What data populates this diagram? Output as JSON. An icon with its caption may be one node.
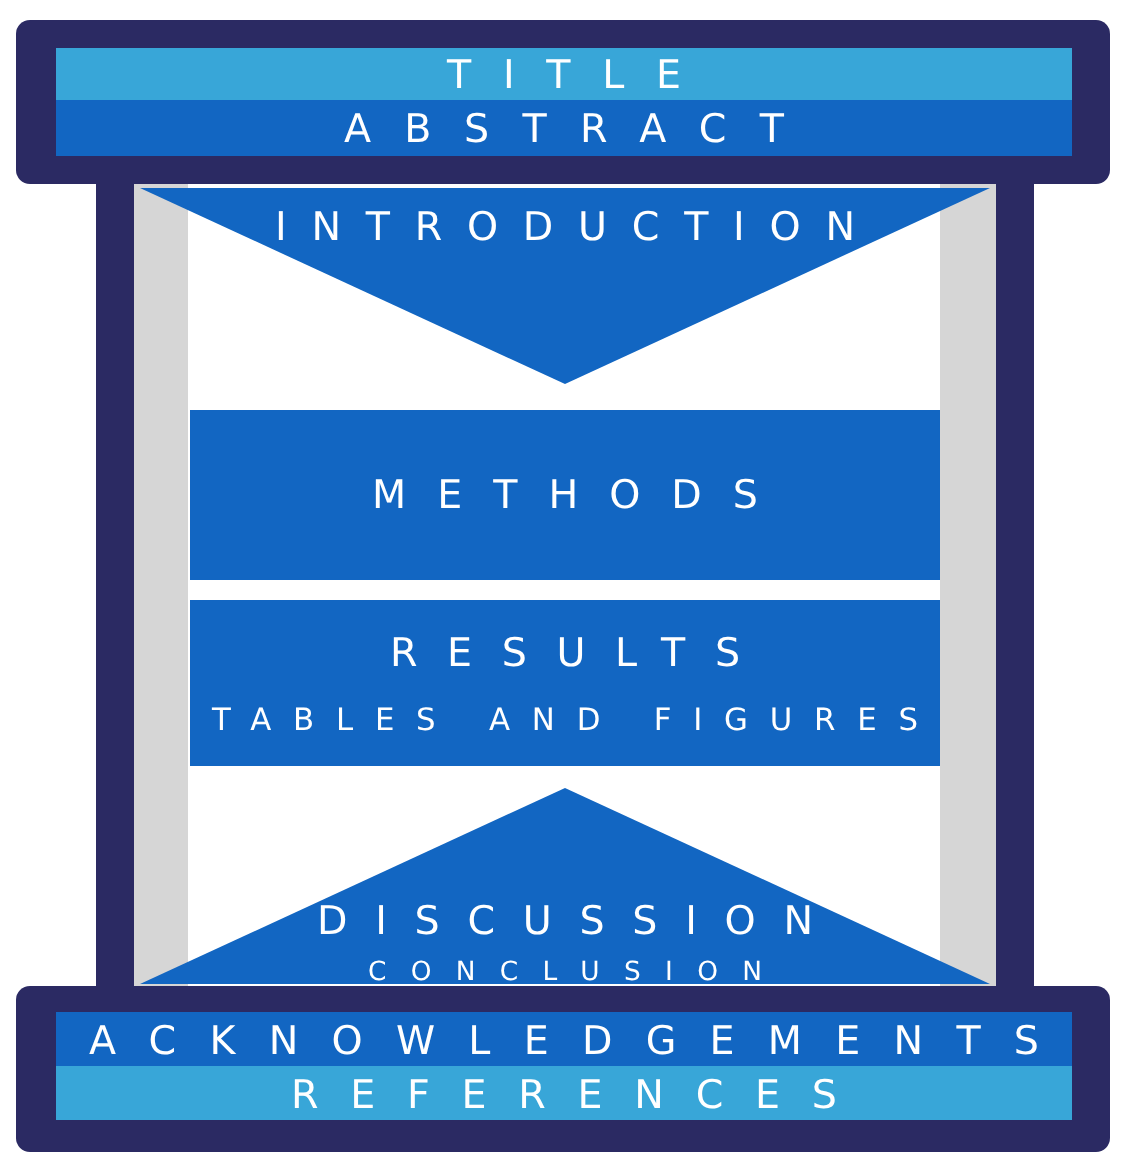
{
  "diagram": {
    "nodes": [
      {
        "text": [],
        "shape": "box"
      },
      {
        "text": [
          "TITLE"
        ],
        "in": 0
      },
      {
        "text": [
          "ABSTRACT"
        ],
        "in": 0
      },
      {
        "text": [
          "INTRODUCTION"
        ]
      },
      {
        "text": [
          "METHODS"
        ]
      },
      {
        "text": [
          "RESULTS",
          "TABLES AND FIGURES"
        ]
      },
      {
        "text": [
          "DISCUSSION",
          "CONCLUSION"
        ]
      },
      {
        "text": [],
        "shape": "box"
      },
      {
        "text": [
          "ACKNOWLEDGEMENTS"
        ],
        "in": 7
      },
      {
        "text": [
          "REFERENCES"
        ],
        "in": 7
      }
    ]
  }
}
